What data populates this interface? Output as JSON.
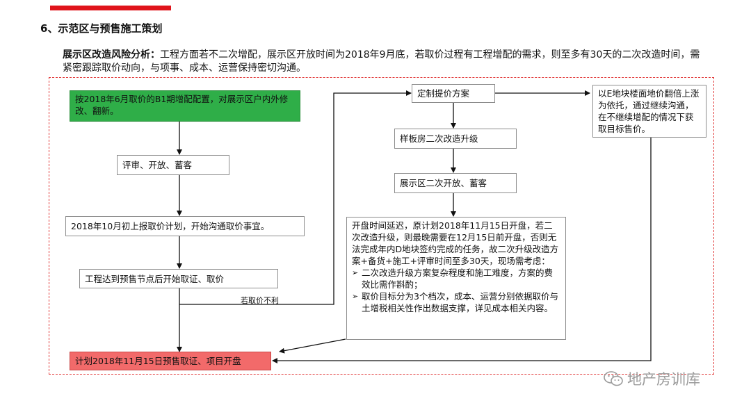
{
  "header": {
    "title": "6、示范区与预售施工策划"
  },
  "analysis": {
    "label": "展示区改造风险分析：",
    "text": "工程方面若不二次增配，展示区开放时间为2018年9月底，若取价过程有工程增配的需求，则至多有30天的二次改造时间，需紧密跟踪取价动向，与项事、成本、运营保持密切沟通。"
  },
  "left_flow": {
    "step1": "按2018年6月取价的B1期增配配置，对展示区户内外修改、翻新。",
    "step2": "评审、开放、蓄客",
    "step3": "2018年10月初上报取价计划，开始沟通取价事宜。",
    "step4": "工程达到预售节点后开始取证、取价",
    "branch_note": "若取价不利",
    "final": "计划2018年11月15日预售取证、项目开盘"
  },
  "mid_flow": {
    "step1": "定制提价方案",
    "step2": "样板房二次改造升级",
    "step3": "展示区二次开放、蓄客",
    "detail_intro": "开盘时间延迟，原计划2018年11月15日开盘，若二次改造升级，则最晚需要在12月15日前开盘，否则无法完成年内D地块签约完成的任务，故二次升级改造方案+备货+施工+评审时间至多30天，现场需考虑：",
    "detail_points": [
      "二次改造升级方案复杂程度和施工难度，方案的费效比需作斟酌；",
      "取价目标分为3个档次，成本、运营分别依据取价与土增税相关性作出数据支撑，详见成本相关内容。"
    ]
  },
  "right_flow": {
    "step1": "以E地块楼面地价翻倍上涨为依托，通过继续沟通，在不继续增配的情况下获取目标售价。"
  },
  "watermark": {
    "text": "地产房训库"
  },
  "colors": {
    "accent_red": "#e0141b",
    "green_box": "#2fae48",
    "red_box": "#f26a6a",
    "frame_dash": "#e23b3b"
  }
}
